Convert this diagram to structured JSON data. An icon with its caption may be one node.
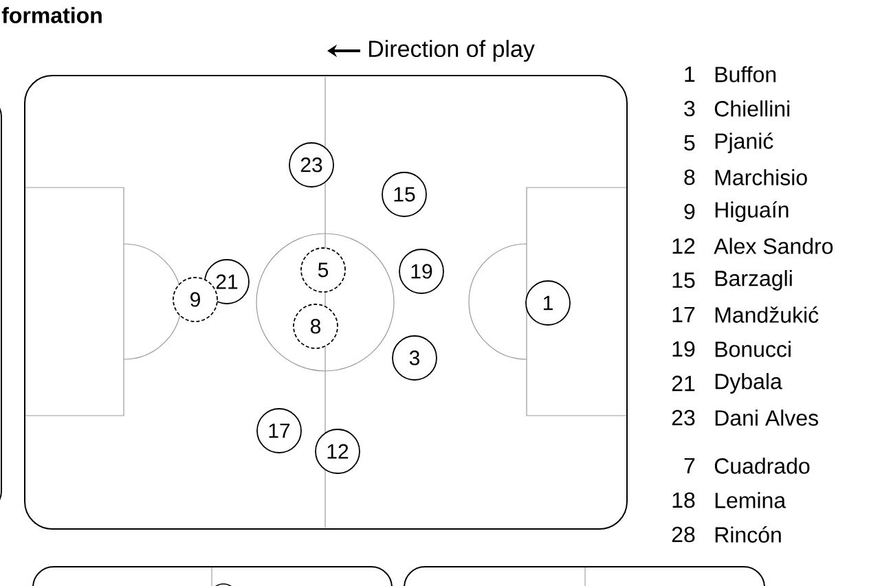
{
  "diagram": {
    "title": "formation",
    "nodes": [
      {
        "text": [
          "23"
        ]
      },
      {
        "text": [
          "15"
        ]
      },
      {
        "text": [
          "5"
        ]
      },
      {
        "text": [
          "19"
        ]
      },
      {
        "text": [
          "21"
        ]
      },
      {
        "text": [
          "9"
        ]
      },
      {
        "text": [
          "1"
        ]
      },
      {
        "text": [
          "8"
        ]
      },
      {
        "text": [
          "3"
        ]
      },
      {
        "text": [
          "17"
        ]
      },
      {
        "text": [
          "12"
        ]
      }
    ],
    "edges": [],
    "labels": [
      "Direction of play",
      "1",
      "Buffon",
      "3",
      "Chiellini",
      "5",
      "Pjanić",
      "8",
      "Marchisio",
      "9",
      "Higuaín",
      "12",
      "Alex Sandro",
      "15",
      "Barzagli",
      "17",
      "Mandžukić",
      "19",
      "Bonucci",
      "21",
      "Dybala",
      "23",
      "Dani Alves",
      "7",
      "Cuadrado",
      "18",
      "Lemina",
      "28",
      "Rincón"
    ]
  }
}
